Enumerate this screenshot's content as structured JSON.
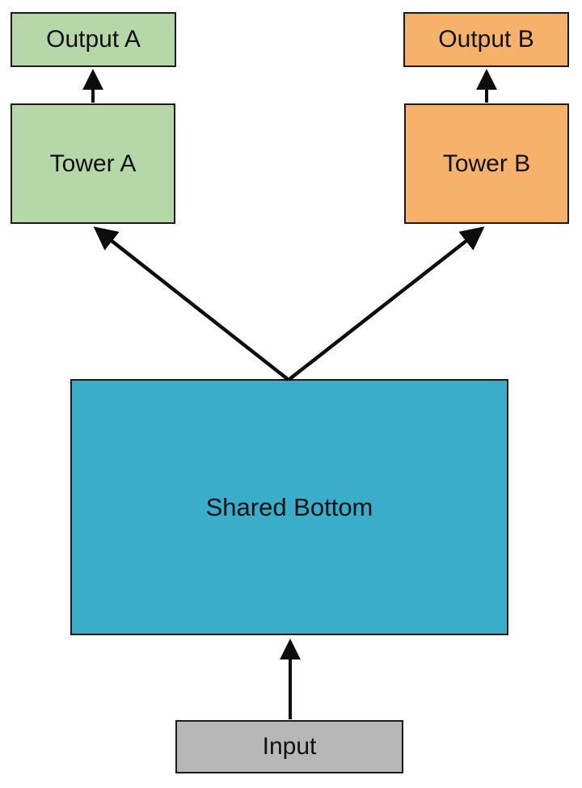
{
  "diagram": {
    "nodes": {
      "output_a": {
        "label": "Output A",
        "fill": "#b6d7a8"
      },
      "output_b": {
        "label": "Output B",
        "fill": "#f6b26b"
      },
      "tower_a": {
        "label": "Tower A",
        "fill": "#b6d7a8"
      },
      "tower_b": {
        "label": "Tower B",
        "fill": "#f6b26b"
      },
      "shared_bottom": {
        "label": "Shared Bottom",
        "fill": "#3aadcb"
      },
      "input": {
        "label": "Input",
        "fill": "#b7b7b7"
      }
    },
    "edges": [
      {
        "from": "Input",
        "to": "Shared Bottom"
      },
      {
        "from": "Shared Bottom",
        "to": "Tower A"
      },
      {
        "from": "Shared Bottom",
        "to": "Tower B"
      },
      {
        "from": "Tower A",
        "to": "Output A"
      },
      {
        "from": "Tower B",
        "to": "Output B"
      }
    ],
    "colors": {
      "border": "#1a1a1a",
      "arrow": "#0d0d0d",
      "text": "#111111",
      "background": "#ffffff"
    }
  }
}
